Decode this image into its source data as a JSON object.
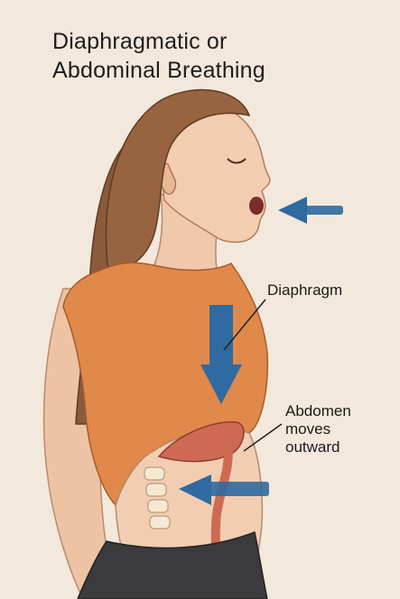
{
  "title": {
    "line1": "Diaphragmatic or",
    "line2": "Abdominal Breathing"
  },
  "labels": {
    "diaphragm": "Diaphragm",
    "abdomen_line1": "Abdomen",
    "abdomen_line2": "moves",
    "abdomen_line3": "outward"
  },
  "colors": {
    "background": "#f3e8dc",
    "shirt": "#e0894a",
    "skin": "#f0c9ac",
    "hair": "#8a5a3a",
    "pants": "#3b3a3c",
    "arrow": "#2f6aa0",
    "organ": "#cf6a52"
  },
  "icons": {
    "breath_in_arrow": "arrow-left-icon",
    "diaphragm_arrow": "arrow-down-icon",
    "abdomen_arrow": "arrow-left-icon"
  }
}
